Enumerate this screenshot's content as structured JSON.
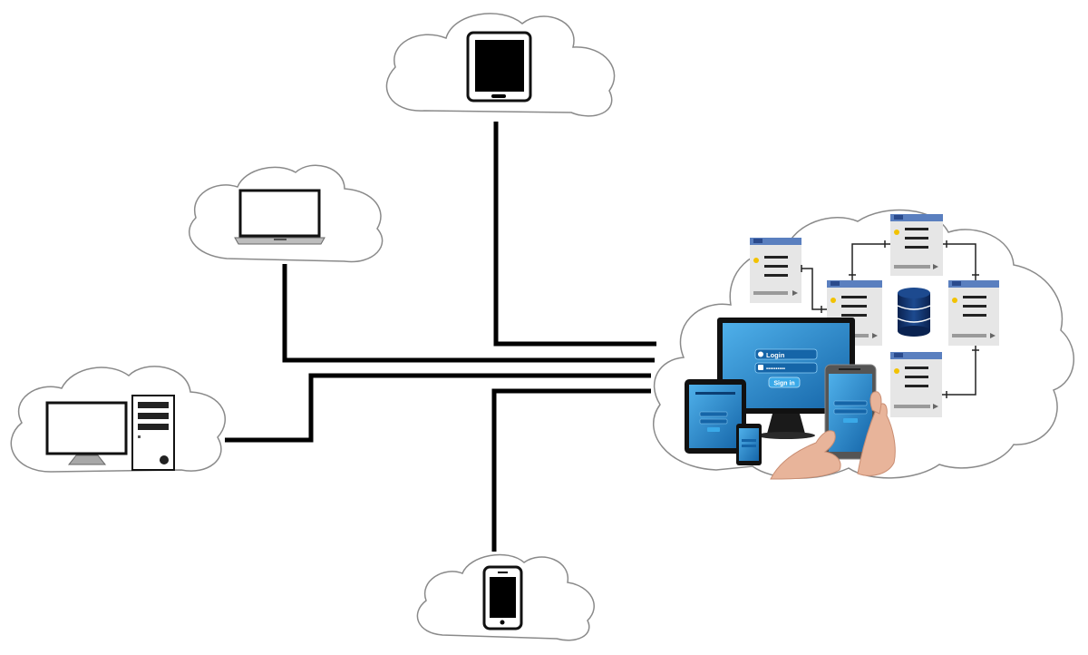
{
  "network": {
    "nodes": [
      {
        "id": "tablet-cloud",
        "device": "tablet-icon"
      },
      {
        "id": "laptop-cloud",
        "device": "laptop-icon"
      },
      {
        "id": "desktop-cloud",
        "device": "desktop-pc-icon"
      },
      {
        "id": "phone-cloud",
        "device": "smartphone-icon"
      },
      {
        "id": "server-cloud",
        "device": "web-app-database-illustration"
      }
    ],
    "connections": [
      {
        "from": "tablet-cloud",
        "to": "server-cloud"
      },
      {
        "from": "laptop-cloud",
        "to": "server-cloud"
      },
      {
        "from": "desktop-cloud",
        "to": "server-cloud"
      },
      {
        "from": "phone-cloud",
        "to": "server-cloud"
      }
    ]
  },
  "illustration": {
    "login_title": "Login",
    "password_mask": "••••••••••",
    "signin_button": "Sign in"
  },
  "colors": {
    "line": "#000000",
    "cloud_fill": "#ffffff",
    "cloud_stroke": "#8a8a8a",
    "screen_blue": "#2a8fd6",
    "screen_blue_dark": "#1565a8",
    "button_blue": "#3aa9e8",
    "database_navy": "#0f2d63",
    "table_header": "#5a7fbf",
    "table_body": "#d9d9d9",
    "key_yellow": "#f2c200",
    "skin": "#e8b49a"
  }
}
